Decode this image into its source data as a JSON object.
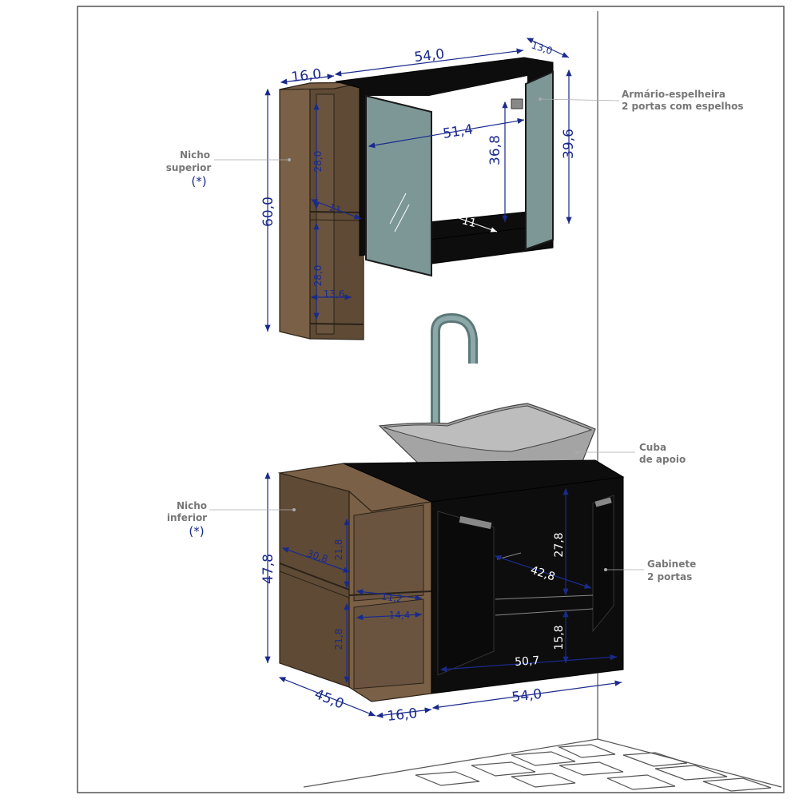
{
  "labels": {
    "upper_niche": [
      "Nicho",
      "superior"
    ],
    "upper_niche_mark": "(*)",
    "mirror_cabinet": [
      "Armário-espelheira",
      "2 portas com espelhos"
    ],
    "basin": [
      "Cuba",
      "de apoio"
    ],
    "lower_niche": [
      "Nicho",
      "inferior"
    ],
    "lower_niche_mark": "(*)",
    "cabinet": [
      "Gabinete",
      "2 portas"
    ]
  },
  "dimensions": {
    "upper_niche_width": "16,0",
    "mirror_width": "54,0",
    "mirror_depth": "13,0",
    "mirror_inner_width": "51,4",
    "mirror_inner_height": "36,8",
    "mirror_height": "39,6",
    "mirror_shelf_depth": "11",
    "upper_niche_height": "60,0",
    "upper_niche_top_cell": "28,0",
    "upper_niche_bottom_cell": "28,0",
    "upper_niche_depth": "11",
    "upper_niche_inner_width": "13,6",
    "lower_height": "47,8",
    "lower_niche_depth_inner": "30,8",
    "lower_niche_top_cell": "21,8",
    "lower_niche_bottom_cell": "21,8",
    "lower_niche_shelf": "11,2",
    "lower_niche_inner_width": "14,4",
    "lower_depth": "45,0",
    "lower_niche_width": "16,0",
    "cabinet_width": "54,0",
    "cabinet_inner_width": "50,7",
    "cabinet_inner_depth": "42,8",
    "cabinet_top_cell": "27,8",
    "cabinet_bottom_cell": "15,8"
  }
}
